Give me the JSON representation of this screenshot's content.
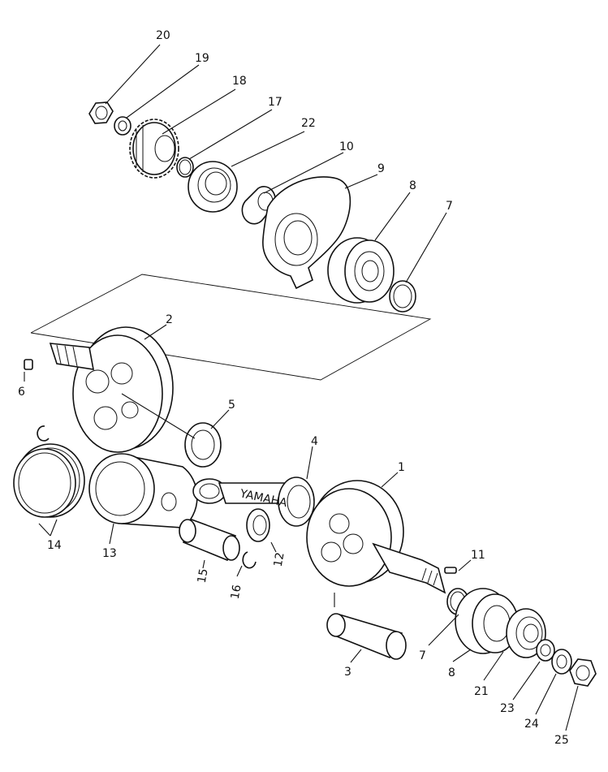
{
  "diagram": {
    "callouts": [
      {
        "id": "c20",
        "label": "20"
      },
      {
        "id": "c19",
        "label": "19"
      },
      {
        "id": "c18",
        "label": "18"
      },
      {
        "id": "c17",
        "label": "17"
      },
      {
        "id": "c22",
        "label": "22"
      },
      {
        "id": "c10a",
        "label": "10"
      },
      {
        "id": "c9",
        "label": "9"
      },
      {
        "id": "c8a",
        "label": "8"
      },
      {
        "id": "c7a",
        "label": "7"
      },
      {
        "id": "c2",
        "label": "2"
      },
      {
        "id": "c6",
        "label": "6"
      },
      {
        "id": "c5",
        "label": "5"
      },
      {
        "id": "c4",
        "label": "4"
      },
      {
        "id": "c1",
        "label": "1"
      },
      {
        "id": "c14",
        "label": "14"
      },
      {
        "id": "c13",
        "label": "13"
      },
      {
        "id": "c15",
        "label": "15"
      },
      {
        "id": "c16",
        "label": "16"
      },
      {
        "id": "c12",
        "label": "12"
      },
      {
        "id": "c11",
        "label": "11"
      },
      {
        "id": "c3",
        "label": "3"
      },
      {
        "id": "c7b",
        "label": "7"
      },
      {
        "id": "c8b",
        "label": "8"
      },
      {
        "id": "c21",
        "label": "21"
      },
      {
        "id": "c23",
        "label": "23"
      },
      {
        "id": "c24",
        "label": "24"
      },
      {
        "id": "c25",
        "label": "25"
      }
    ],
    "rod_marking": "YAMAHA"
  }
}
